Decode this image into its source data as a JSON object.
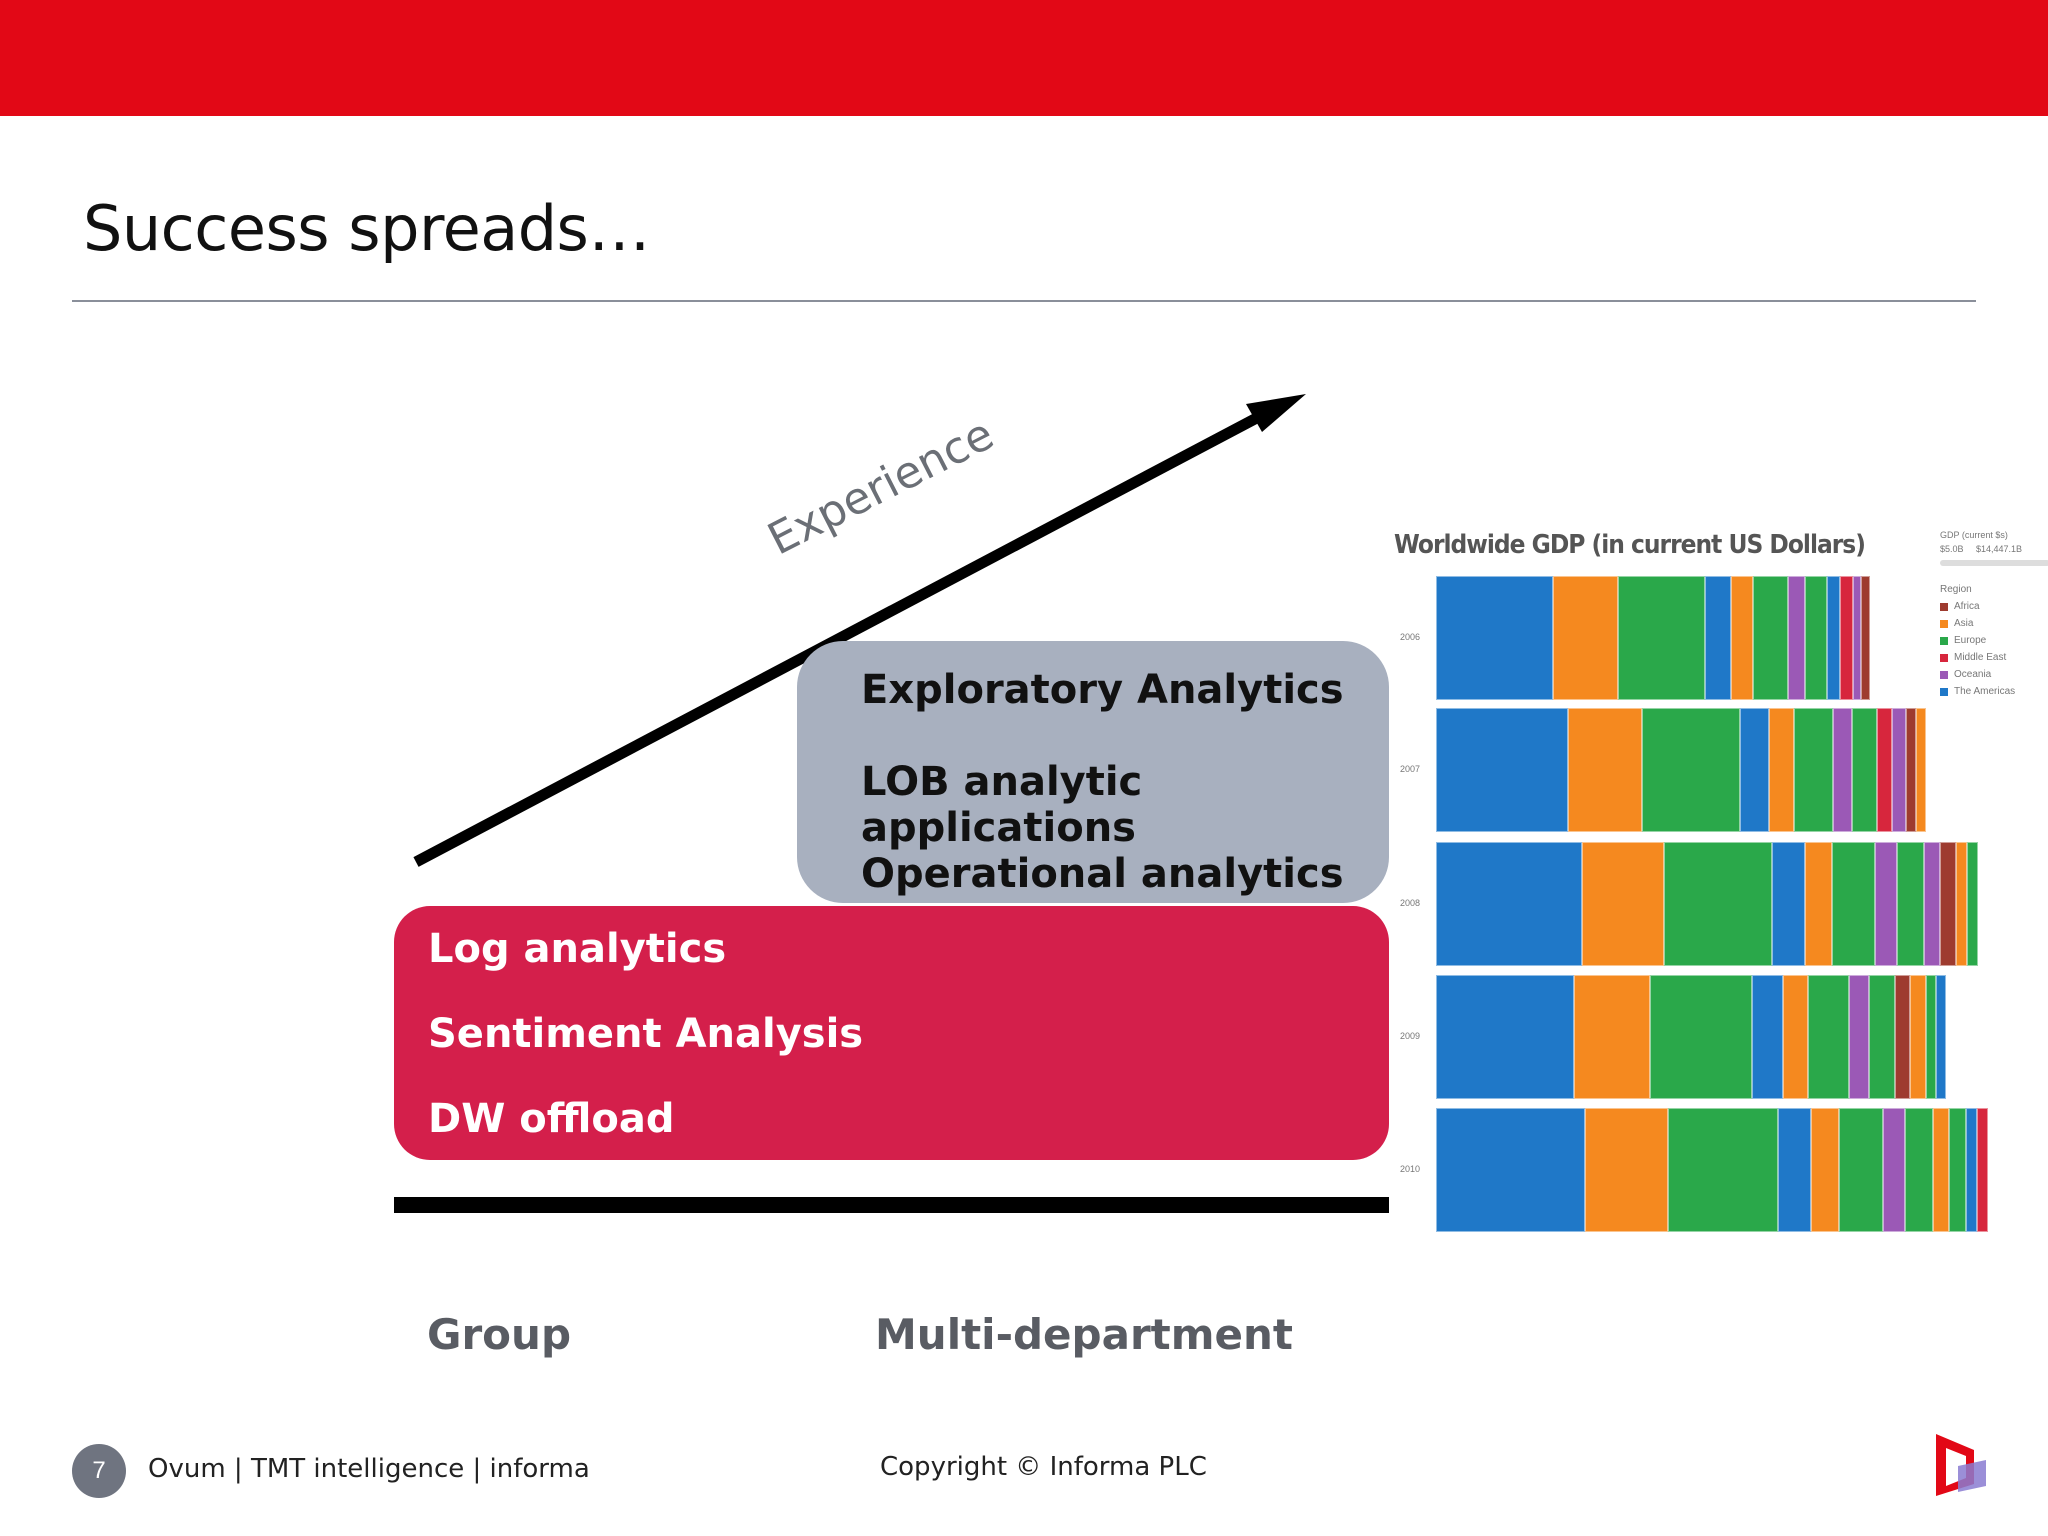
{
  "slide": {
    "title": "Success spreads…",
    "page_number": "7",
    "footer_left": "Ovum | TMT intelligence | informa",
    "footer_center": "Copyright © Informa PLC"
  },
  "diagram": {
    "arrow_label": "Experience",
    "upper_block": [
      "Exploratory Analytics",
      "LOB analytic applications",
      "Operational analytics"
    ],
    "lower_block": [
      "Log analytics",
      "Sentiment Analysis",
      "DW offload"
    ],
    "axis_labels": [
      "Group",
      "Multi-department"
    ]
  },
  "gdp_image": {
    "title": "Worldwide GDP (in current US Dollars)",
    "years": [
      "2006",
      "2007",
      "2008",
      "2009",
      "2010"
    ],
    "legend_title": "Region",
    "legend": [
      {
        "name": "Africa",
        "color": "#9e3b2f"
      },
      {
        "name": "Asia",
        "color": "#f5891f"
      },
      {
        "name": "Europe",
        "color": "#2aa84a"
      },
      {
        "name": "Middle East",
        "color": "#d7263d"
      },
      {
        "name": "Oceania",
        "color": "#9b59b6"
      },
      {
        "name": "The Americas",
        "color": "#1f78c8"
      }
    ]
  },
  "colors": {
    "top_bar": "#e20816",
    "upper_block": "#a8b0bf",
    "lower_block": "#d41f4b"
  }
}
